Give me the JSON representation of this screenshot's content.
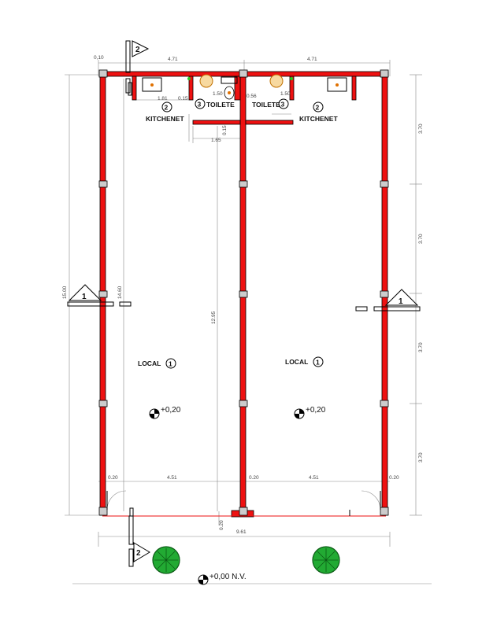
{
  "rooms": {
    "local_left": "LOCAL",
    "local_left_num": "1",
    "local_right": "LOCAL",
    "local_right_num": "1",
    "kitchen_left": "KITCHENET",
    "kitchen_left_num": "2",
    "kitchen_right": "KITCHENET",
    "kitchen_right_num": "2",
    "toilet_left": "TOILETE",
    "toilet_left_num": "3",
    "toilet_right": "TOILETE",
    "toilet_right_num": "3"
  },
  "levels": {
    "floor_left": "+0,20",
    "floor_right": "+0,20",
    "street": "+0,00 N.V."
  },
  "dimensions": {
    "top_offset": "0,10",
    "top_left": "4.71",
    "top_right": "4.71",
    "total_height": "15.00",
    "inner_height": "14.60",
    "mid_height": "12.95",
    "right_seg_1": "3.70",
    "right_seg_2": "3.70",
    "right_seg_3": "3.70",
    "right_seg_4": "3.70",
    "kit_width": "1.81",
    "kit_wall": "0.15",
    "toilet_width_left": "1.50",
    "toilet_width_right": "1.50",
    "toilet_wall": "0.56",
    "corridor_width": "1.65",
    "corridor_wall": "0.15",
    "bottom_wall_left": "0.20",
    "bottom_wall_mid": "0.20",
    "bottom_wall_right": "0.20",
    "inner_left": "4.51",
    "inner_right": "4.51",
    "front_wall": "0.20",
    "total_width": "9.61"
  },
  "section_marks": {
    "left": "1",
    "right": "1",
    "top": "2",
    "bottom": "2"
  },
  "colors": {
    "wall": "#ee1111",
    "tree": "#22aa33"
  }
}
